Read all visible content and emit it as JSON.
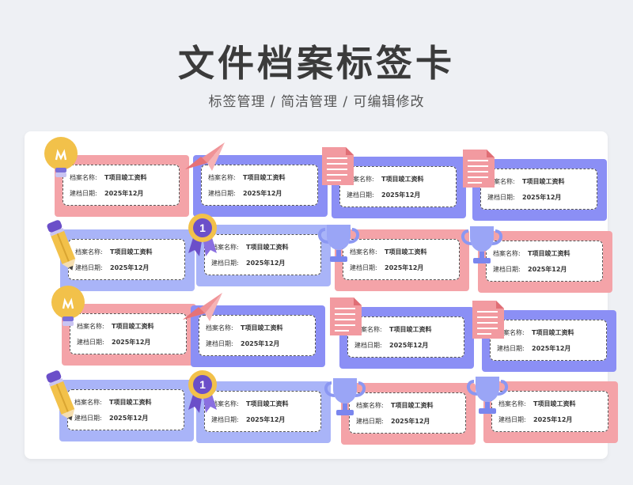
{
  "header": {
    "title": "文件档案标签卡",
    "subtitle": "标签管理 /  简洁管理  /  可编辑修改"
  },
  "colors": {
    "pink": "#f4a3a8",
    "blue": "#8b8ff5",
    "lightblue": "#a9b4f8",
    "yellow": "#f2c14a",
    "purple": "#6b4fc9"
  },
  "label": {
    "name_label": "档案名称:",
    "name_value": "T项目竣工资料",
    "date_label": "建档日期:",
    "date_value": "2025年12月"
  },
  "cards": [
    {
      "frame": "pink",
      "icon": "lightbulb-icon"
    },
    {
      "frame": "blue",
      "icon": "paper-plane-icon"
    },
    {
      "frame": "blue",
      "icon": "document-icon"
    },
    {
      "frame": "blue",
      "icon": "document-icon"
    },
    {
      "frame": "lightblue",
      "icon": "pencil-icon"
    },
    {
      "frame": "lightblue",
      "icon": "medal-icon",
      "medal_number": "1"
    },
    {
      "frame": "pink",
      "icon": "trophy-icon"
    },
    {
      "frame": "pink",
      "icon": "trophy-icon"
    },
    {
      "frame": "pink",
      "icon": "lightbulb-icon"
    },
    {
      "frame": "blue",
      "icon": "paper-plane-icon"
    },
    {
      "frame": "blue",
      "icon": "document-icon"
    },
    {
      "frame": "blue",
      "icon": "document-icon"
    },
    {
      "frame": "lightblue",
      "icon": "pencil-icon"
    },
    {
      "frame": "lightblue",
      "icon": "medal-icon",
      "medal_number": "1"
    },
    {
      "frame": "pink",
      "icon": "trophy-icon"
    },
    {
      "frame": "pink",
      "icon": "trophy-icon"
    }
  ]
}
